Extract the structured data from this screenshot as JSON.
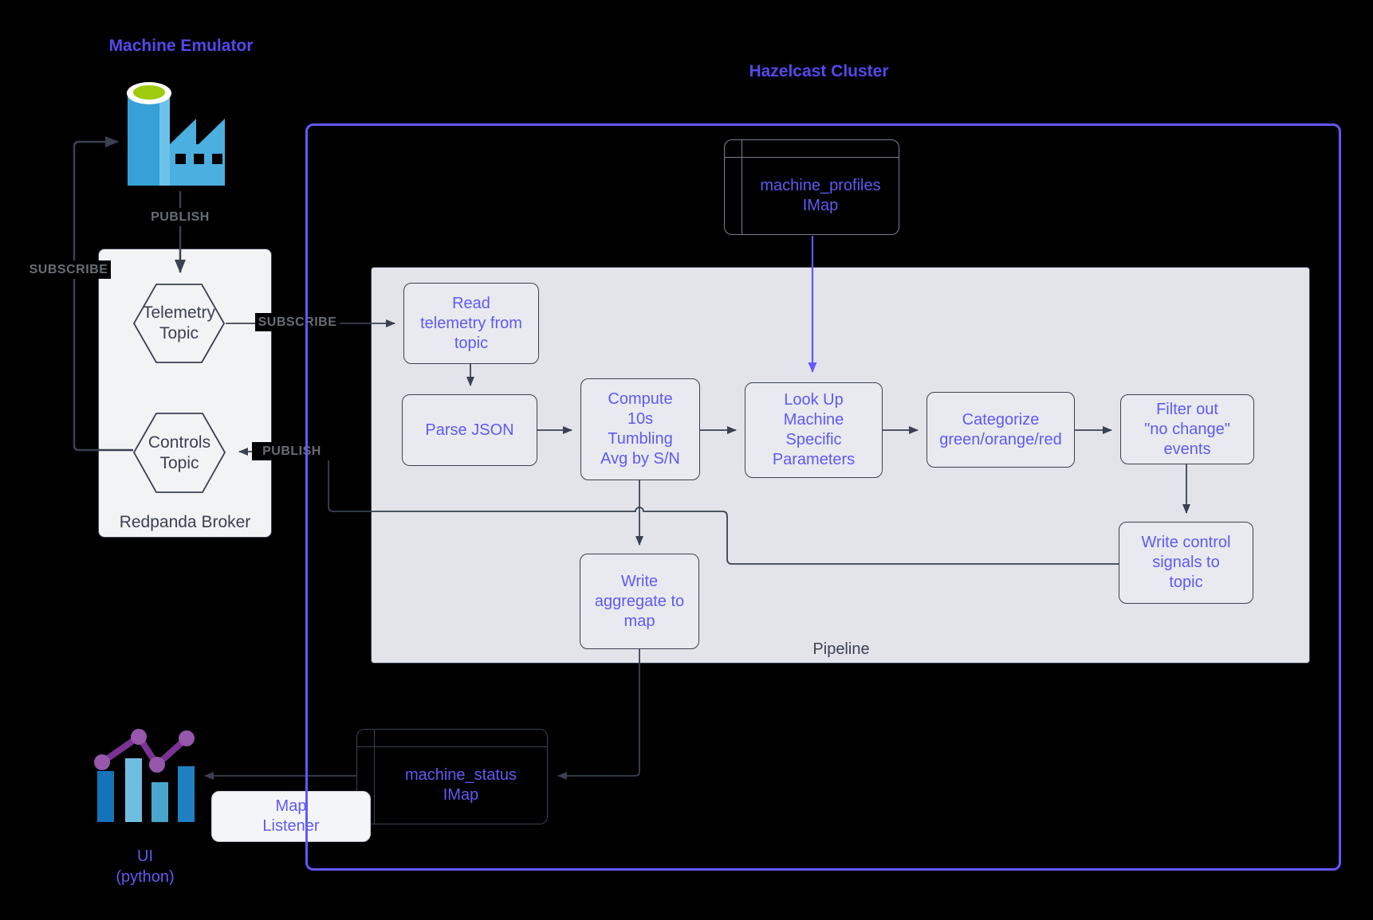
{
  "titles": {
    "machine_emulator": "Machine Emulator",
    "hazelcast_cluster": "Hazelcast Cluster",
    "pipeline": "Pipeline",
    "broker": "Redpanda Broker",
    "ui": "UI\n(python)"
  },
  "nodes": {
    "telemetry_topic": "Telemetry\nTopic",
    "controls_topic": "Controls\nTopic",
    "read_telemetry": "Read\ntelemetry from\ntopic",
    "parse_json": "Parse JSON",
    "compute_avg": "Compute\n10s\nTumbling\nAvg by S/N",
    "look_up": "Look Up\nMachine\nSpecific\nParameters",
    "categorize": "Categorize\ngreen/orange/red",
    "filter_events": "Filter out\n\"no change\"\nevents",
    "write_control": "Write control\nsignals to\ntopic",
    "write_aggregate": "Write\naggregate to\nmap",
    "machine_profiles_imap": "machine_profiles\nIMap",
    "machine_status_imap": "machine_status\nIMap",
    "map_listener": "Map\nListener"
  },
  "edge_labels": {
    "publish_emulator": "PUBLISH",
    "subscribe_emulator": "SUBSCRIBE",
    "subscribe_pipeline": "SUBSCRIBE",
    "publish_pipeline": "PUBLISH"
  },
  "icons": {
    "machine_emulator": "factory-icon",
    "ui": "bar-chart-icon"
  },
  "colors": {
    "background": "#000000",
    "accent_text": "#6159F2",
    "title_text": "#5548EC",
    "cluster_border": "#6557FA",
    "dark_stroke": "#3A4150",
    "edge_label_text": "#686D75",
    "pipeline_fill": "#E2E4E9",
    "node_fill": "#E8EAEF",
    "broker_fill": "#F2F3F5",
    "listener_fill": "#F4F5F8",
    "imap_profiles_border": "#79818F",
    "factory_blue": "#3BA0D6",
    "factory_green": "#9ECB0B",
    "bar_blue_dark": "#1573BA",
    "bar_blue_light": "#6FBEE2",
    "line_purple": "#7A3390"
  }
}
